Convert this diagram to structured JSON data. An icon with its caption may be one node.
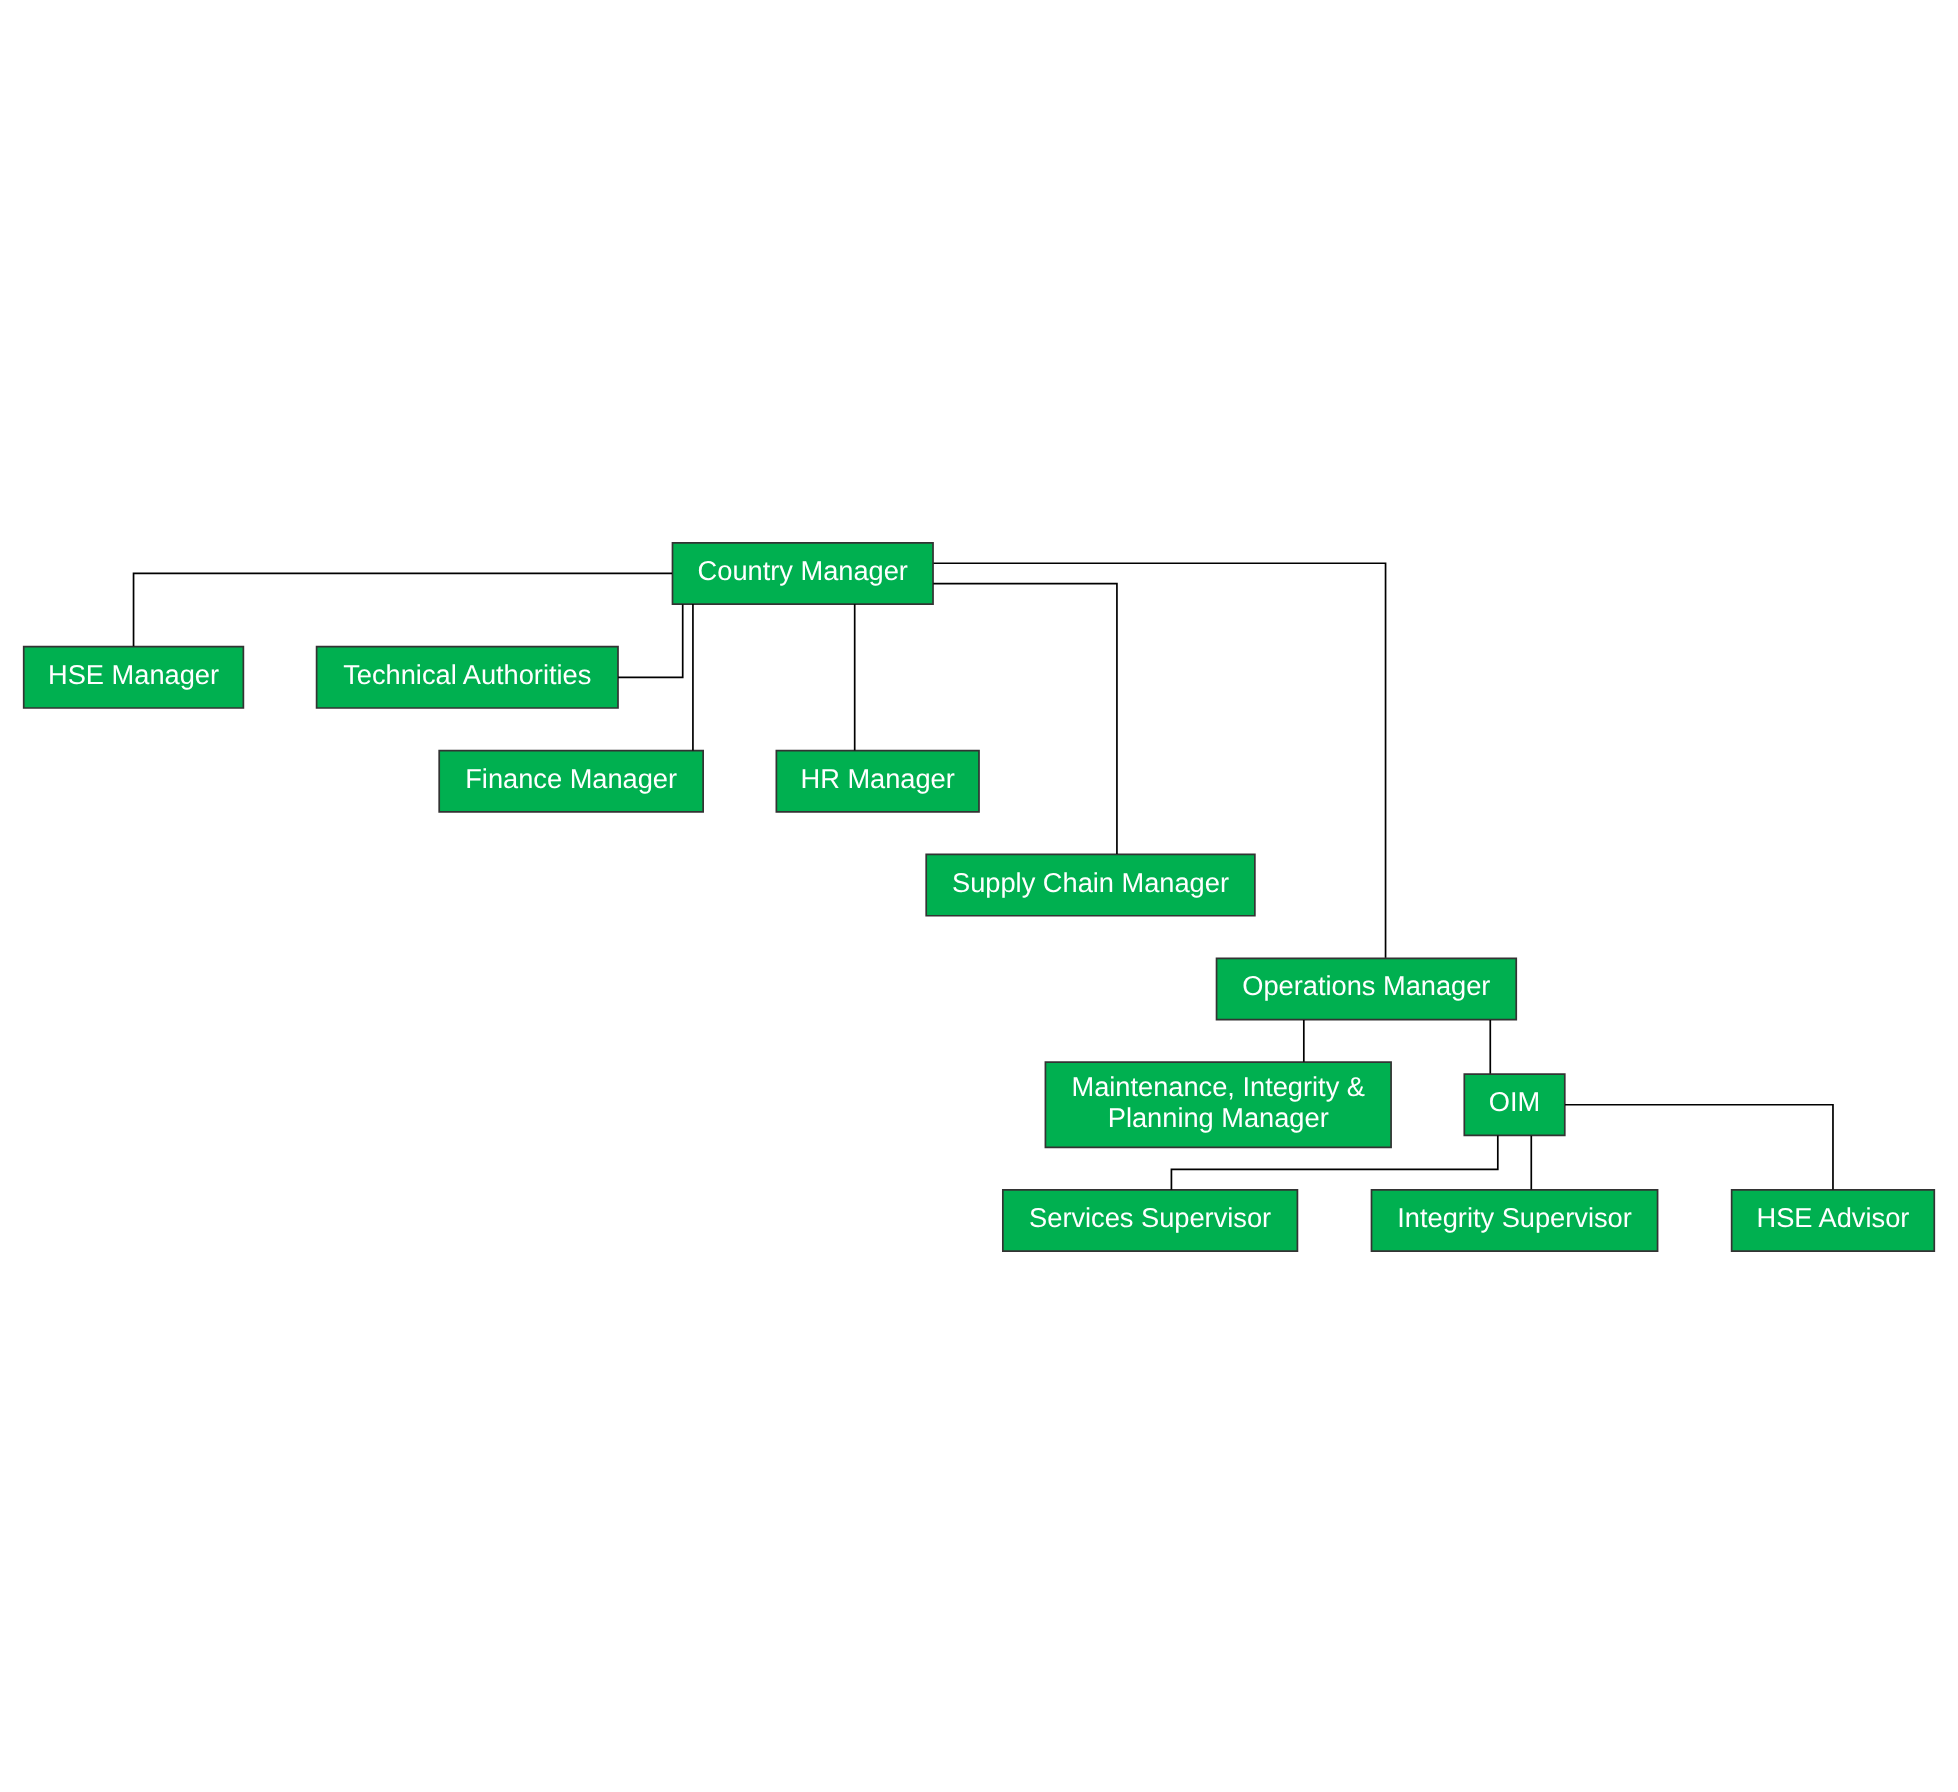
{
  "diagram": {
    "nodes": [
      {
        "text": [
          "Country Manager"
        ]
      },
      {
        "text": [
          "HSE Manager"
        ]
      },
      {
        "text": [
          "Technical Authorities"
        ]
      },
      {
        "text": [
          "Finance Manager"
        ]
      },
      {
        "text": [
          "HR Manager"
        ]
      },
      {
        "text": [
          "Supply Chain Manager"
        ]
      },
      {
        "text": [
          "Operations Manager"
        ]
      },
      {
        "text": [
          "Maintenance, Integrity & Planning Manager"
        ]
      },
      {
        "text": [
          "OIM"
        ]
      },
      {
        "text": [
          "Services Supervisor"
        ]
      },
      {
        "text": [
          "Integrity Supervisor"
        ]
      },
      {
        "text": [
          "HSE Advisor"
        ]
      }
    ],
    "edges": [
      {
        "from": 0,
        "to": 1,
        "arrow": "none"
      },
      {
        "from": 0,
        "to": 2,
        "arrow": "none"
      },
      {
        "from": 0,
        "to": 3,
        "arrow": "none"
      },
      {
        "from": 0,
        "to": 4,
        "arrow": "none"
      },
      {
        "from": 0,
        "to": 5,
        "arrow": "none"
      },
      {
        "from": 0,
        "to": 6,
        "arrow": "none"
      },
      {
        "from": 6,
        "to": 7,
        "arrow": "none"
      },
      {
        "from": 6,
        "to": 8,
        "arrow": "none"
      },
      {
        "from": 8,
        "to": 9,
        "arrow": "none"
      },
      {
        "from": 8,
        "to": 10,
        "arrow": "none"
      },
      {
        "from": 8,
        "to": 11,
        "arrow": "none"
      }
    ]
  }
}
